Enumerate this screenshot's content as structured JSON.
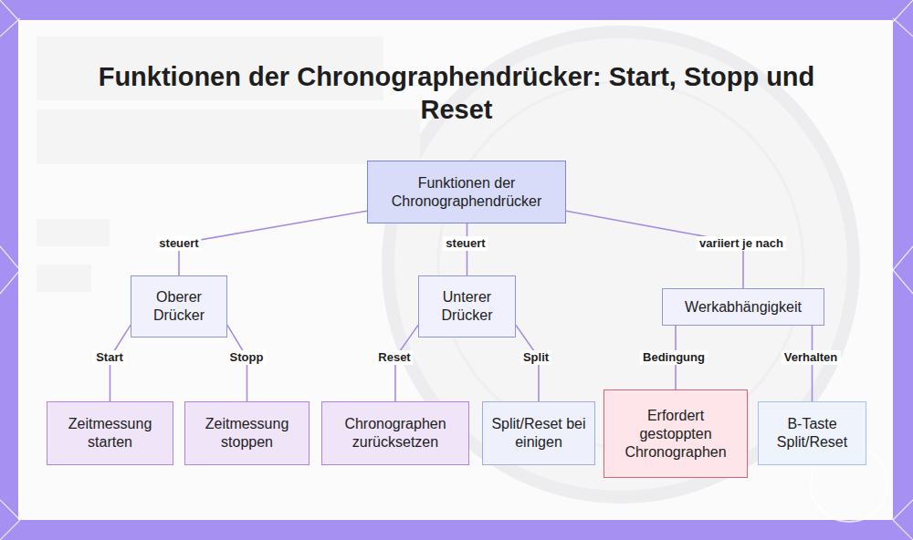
{
  "diagram": {
    "title": "Funktionen der Chronographendrücker: Start, Stopp und Reset",
    "nodes": [
      {
        "text": [
          "Funktionen der Chronographendrücker"
        ]
      },
      {
        "text": [
          "Oberer Drücker"
        ]
      },
      {
        "text": [
          "Unterer Drücker"
        ]
      },
      {
        "text": [
          "Werkabhängigkeit"
        ]
      },
      {
        "text": [
          "Zeitmessung starten"
        ]
      },
      {
        "text": [
          "Zeitmessung stoppen"
        ]
      },
      {
        "text": [
          "Chronographen zurücksetzen"
        ]
      },
      {
        "text": [
          "Split/Reset bei einigen"
        ]
      },
      {
        "text": [
          "Erfordert gestoppten Chronographen"
        ]
      },
      {
        "text": [
          "B-Taste Split/Reset"
        ]
      }
    ],
    "edges": [
      {
        "from": 0,
        "to": 1,
        "label": "steuert",
        "arrow": "none"
      },
      {
        "from": 0,
        "to": 2,
        "label": "steuert",
        "arrow": "none"
      },
      {
        "from": 0,
        "to": 3,
        "label": "variiert je nach",
        "arrow": "none"
      },
      {
        "from": 1,
        "to": 4,
        "label": "Start",
        "arrow": "none"
      },
      {
        "from": 1,
        "to": 5,
        "label": "Stopp",
        "arrow": "none"
      },
      {
        "from": 2,
        "to": 6,
        "label": "Reset",
        "arrow": "none"
      },
      {
        "from": 2,
        "to": 7,
        "label": "Split",
        "arrow": "none"
      },
      {
        "from": 3,
        "to": 8,
        "label": "Bedingung",
        "arrow": "none"
      },
      {
        "from": 3,
        "to": 9,
        "label": "Verhalten",
        "arrow": "none"
      }
    ]
  }
}
